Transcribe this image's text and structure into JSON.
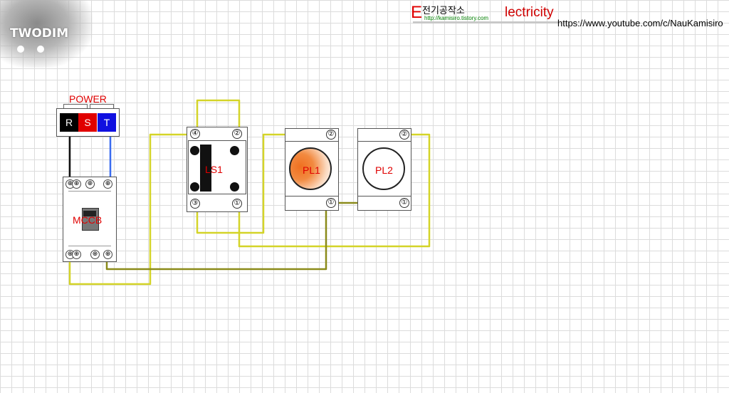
{
  "logo": {
    "text": "TWODIM"
  },
  "brand": {
    "letter": "E",
    "korean": "전기공작소",
    "url": "http://kamisiro.tistory.com",
    "word": "lectricity"
  },
  "youtube_url": "https://www.youtube.com/c/NauKamisiro",
  "power": {
    "label": "POWER",
    "terminals": [
      {
        "label": "R",
        "color": "#000000"
      },
      {
        "label": "S",
        "color": "#e00000"
      },
      {
        "label": "T",
        "color": "#1010e0"
      }
    ]
  },
  "mccb": {
    "label": "MCCB"
  },
  "ls1": {
    "label": "LS1",
    "terminals": {
      "t4": "④",
      "t2": "②",
      "t3": "③",
      "t1": "①"
    }
  },
  "pl1": {
    "label": "PL1",
    "terminals": {
      "t2": "②",
      "t1": "①"
    }
  },
  "pl2": {
    "label": "PL2",
    "terminals": {
      "t2": "②",
      "t1": "①"
    }
  },
  "colors": {
    "wire_yellow": "#d4d428",
    "wire_olive": "#8b8b1a",
    "label_red": "#e00000",
    "lamp_on": "#f07020"
  }
}
